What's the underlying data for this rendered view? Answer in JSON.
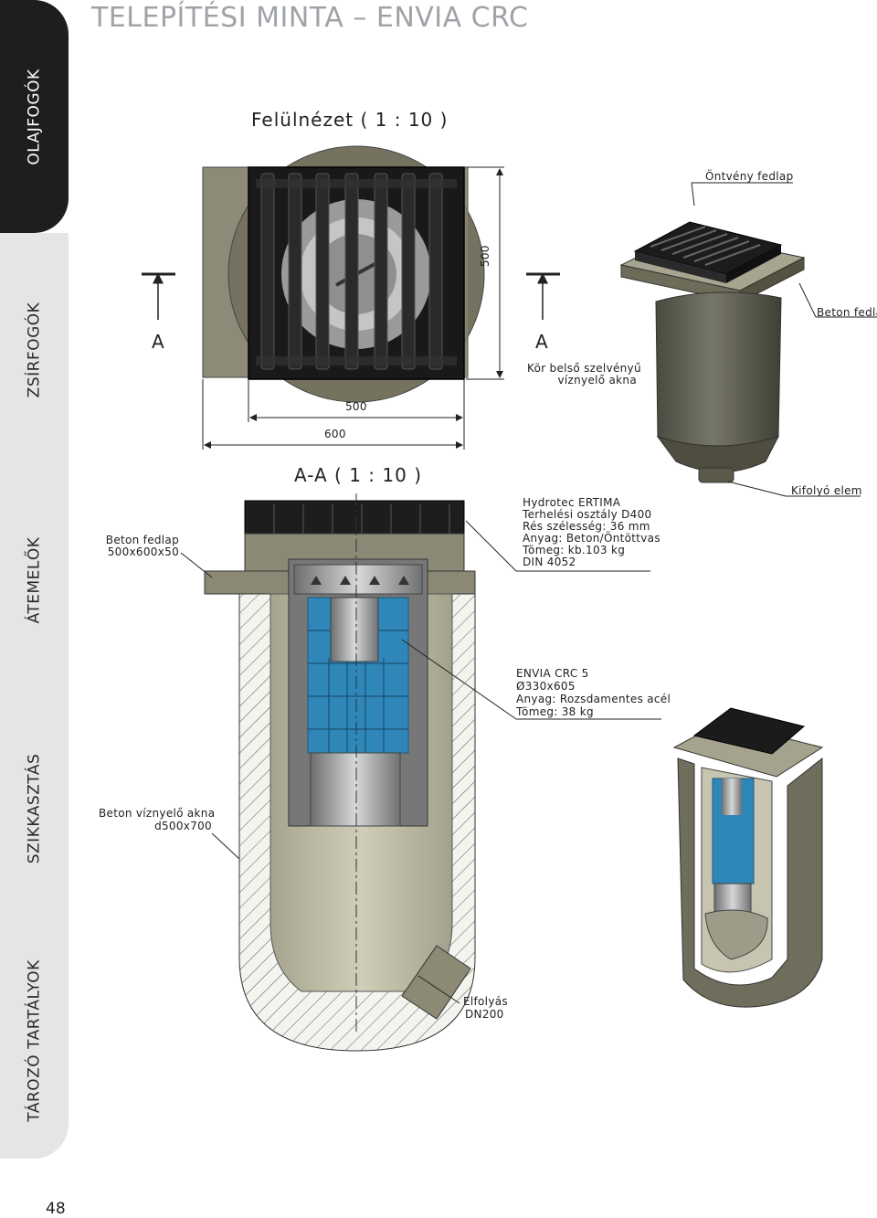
{
  "page": {
    "title": "TELEPÍTÉSI MINTA – ENVIA CRC",
    "page_number": "48"
  },
  "sidebar": {
    "tabs": [
      {
        "label": "OLAJFOGÓK",
        "active": true
      },
      {
        "label": "ZSÍRFOGÓK",
        "active": false
      },
      {
        "label": "ÁTEMELŐK",
        "active": false
      },
      {
        "label": "SZIKKASZTÁS",
        "active": false
      },
      {
        "label": "TÁROZÓ TARTÁLYOK",
        "active": false
      }
    ]
  },
  "top_view": {
    "heading": "Felülnézet ( 1 : 10 )",
    "section_marker_left": "A",
    "section_marker_right": "A",
    "dim_width_inner": "500",
    "dim_width_outer": "600",
    "dim_height": "500",
    "label_shaft": [
      "Kör belső szelvényű",
      "víznyelő akna"
    ]
  },
  "iso_view": {
    "label_cast_cover": "Öntvény fedlap",
    "label_concrete_cover": "Beton fedla",
    "label_outlet": "Kifolyó elem"
  },
  "section_view": {
    "heading": "A-A ( 1 : 10 )",
    "label_concrete_cover": [
      "Beton fedlap",
      "500x600x50"
    ],
    "label_grate": [
      "Hydrotec ERTIMA",
      "Terhelési osztály D400",
      "Rés szélesség: 36 mm",
      "Anyag: Beton/Öntöttvas",
      "Tömeg: kb.103 kg",
      "DIN 4052"
    ],
    "label_insert": [
      "ENVIA CRC 5",
      "Ø330x605",
      "Anyag: Rozsdamentes acél",
      "Tömeg: 38 kg"
    ],
    "label_shaft": [
      "Beton víznyelő akna",
      "d500x700"
    ],
    "label_outflow": [
      "Elfolyás",
      "DN200"
    ]
  },
  "colors": {
    "sidebar_active": "#1e1e1e",
    "sidebar_inactive": "#e4e5e7",
    "title_gray": "#9fa3a8",
    "concrete": "#6f6e5e",
    "concrete_light": "#b7b59f",
    "cast_iron": "#1b1b1b",
    "filter_blue": "#2f86b8",
    "steel": "#a9aaab"
  }
}
